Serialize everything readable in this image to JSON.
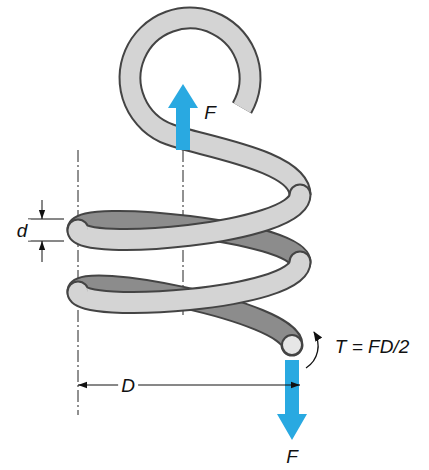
{
  "diagram": {
    "labels": [
      "F",
      "d",
      "T = FD/2",
      "D",
      "F"
    ]
  }
}
